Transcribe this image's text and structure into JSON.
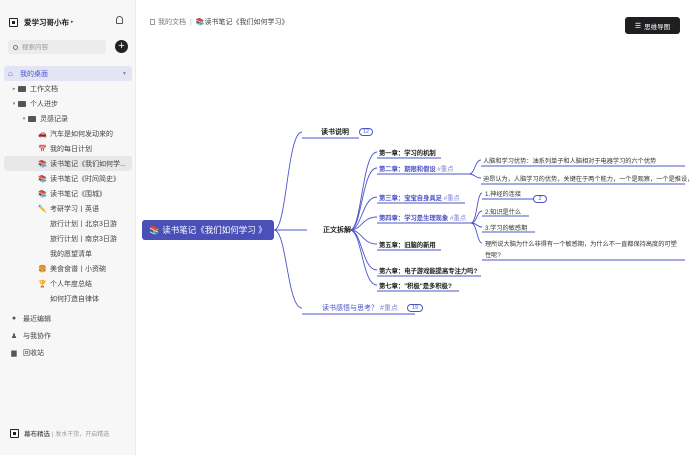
{
  "workspace": {
    "name": "爱学习哥小布",
    "caret": "▸"
  },
  "search": {
    "placeholder": "搜索内容"
  },
  "sidebar": {
    "home": "我的桌面",
    "items": [
      {
        "label": "工作文档"
      },
      {
        "label": "个人进步"
      },
      {
        "label": "灵感记录"
      },
      {
        "label": "汽车是如何发动来的",
        "icon": "🚗"
      },
      {
        "label": "我的每日计划",
        "icon": "📅"
      },
      {
        "label": "读书笔记《我们如何学...",
        "icon": "📚"
      },
      {
        "label": "读书笔记《时间简史》",
        "icon": "📚"
      },
      {
        "label": "读书笔记《围城》",
        "icon": "📚"
      },
      {
        "label": "考研学习丨英语",
        "icon": "✏️"
      },
      {
        "label": "旅行计划丨北京3日游"
      },
      {
        "label": "旅行计划丨南京3日游"
      },
      {
        "label": "我的愿望清单"
      },
      {
        "label": "美食食谱丨小资碗",
        "icon": "🍔"
      },
      {
        "label": "个人年度总结",
        "icon": "🏆"
      },
      {
        "label": "如何打造自律体"
      }
    ],
    "bottom": [
      {
        "label": "最近编辑"
      },
      {
        "label": "与我协作"
      },
      {
        "label": "回收站"
      }
    ],
    "footer": {
      "label": "幕布精选",
      "sub": "|  发水干货，开启精选"
    }
  },
  "breadcrumb": {
    "root": "我的文档",
    "current": "📚读书笔记《我们如何学习》"
  },
  "mindmap_button": "思维导图",
  "mindmap": {
    "root": "📚 读书笔记《我们如何学习 》",
    "branches": {
      "b1": "读书说明",
      "b1_count": "12",
      "b2": "正文拆解",
      "b3": "读书感悟与思考？",
      "b3_tag": "#重点",
      "b3_count": "19"
    },
    "chapters": {
      "c1": "第一章：学习的机制",
      "c2": "第二章：期限和假设",
      "c2_tag": "#重点",
      "c3": "第三章：宝宝自身具足",
      "c3_tag": "#重点",
      "c4": "第四章：学习是生理现象",
      "c4_tag": "#重点",
      "c5": "第五章：旧脑的新用",
      "c6": "第六章：电子游戏能提高专注力吗?",
      "c7": "第七章：\"积极\"是多积极?"
    },
    "details": {
      "d1": "人脑和学习优势：油系列单子和人脑相对于电器学习的六个优势",
      "d2": "迪昂认为，人脑学习的优势，关键在于两个能力，一个是观察，一个是推设，",
      "d3": "1.神经的连接",
      "d3_count": "2",
      "d4": "2.知识是什么",
      "d5": "3.学习的敏感期",
      "d6a": "理所说大脑为什么非得有一个敏感期，为什么不一直都保持高度的可塑",
      "d6b": "性呢?"
    }
  }
}
